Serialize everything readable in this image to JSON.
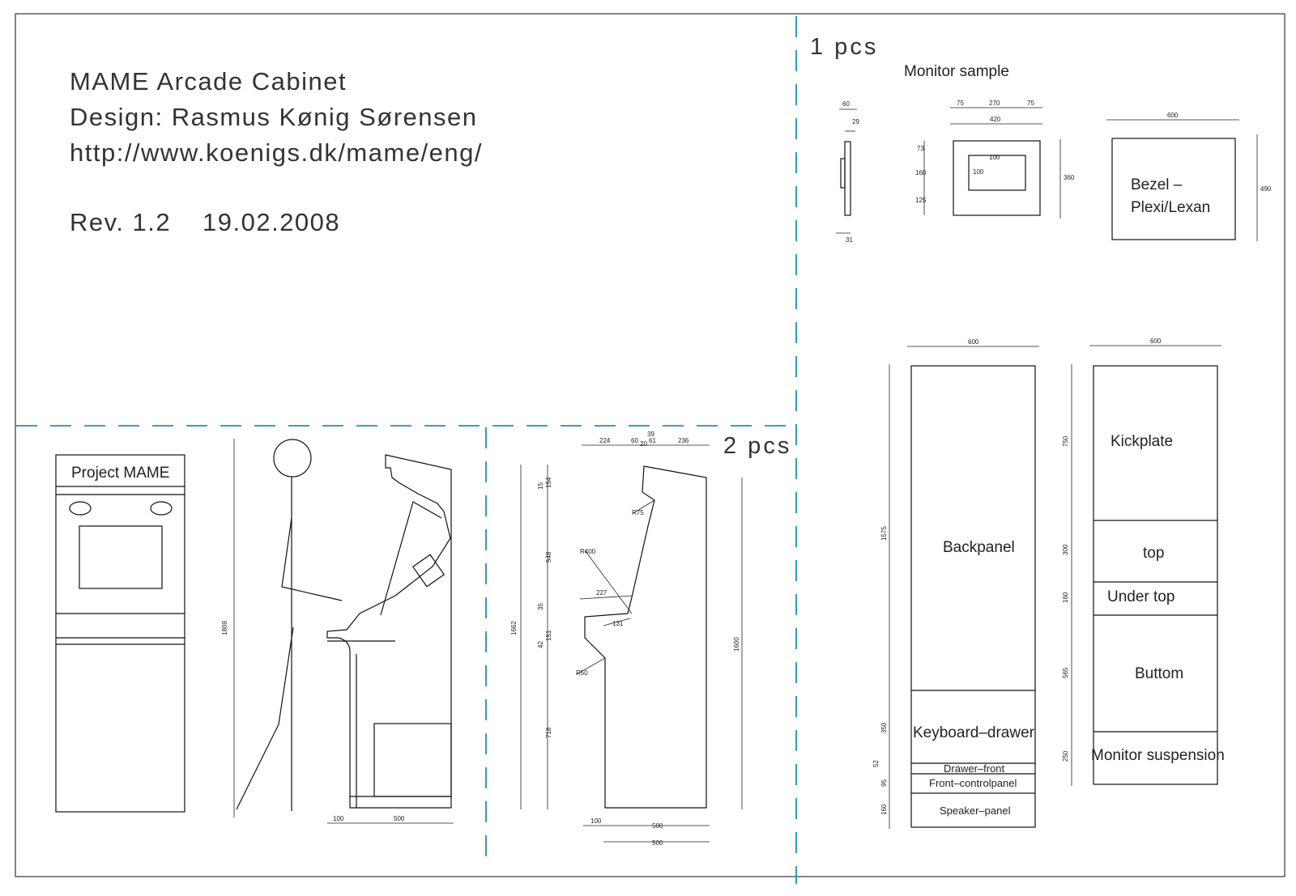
{
  "header": {
    "title": "MAME Arcade Cabinet",
    "designer": "Design: Rasmus Kønig Sørensen",
    "url": "http://www.koenigs.dk/mame/eng/",
    "revision": "Rev. 1.2",
    "date": "19.02.2008"
  },
  "sections": {
    "pcs_one": "1 pcs",
    "pcs_two": "2 pcs"
  },
  "monitor": {
    "caption": "Monitor sample",
    "dims": {
      "d60": "60",
      "d29": "29",
      "d31": "31",
      "d75a": "75",
      "d270": "270",
      "d75b": "75",
      "d420": "420",
      "d73": "73",
      "d160": "160",
      "d125": "125",
      "d100a": "100",
      "d100b": "100",
      "d360": "360"
    }
  },
  "bezel": {
    "label_line1": "Bezel –",
    "label_line2": "Plexi/Lexan",
    "width": "600",
    "height": "490"
  },
  "front_view": {
    "marquee": "Project MAME"
  },
  "side_view": {
    "height": "1809",
    "d100": "100",
    "d500": "500"
  },
  "side_panel": {
    "top_dims": [
      "224",
      "60",
      "20",
      "61",
      "236"
    ],
    "top_dim_extra": "39",
    "heights": [
      "15",
      "154",
      "548",
      "35",
      "151",
      "42",
      "718"
    ],
    "total_left": "1662",
    "total_right": "1600",
    "r75": "R75",
    "r400": "R400",
    "r50": "R50",
    "d227": "227",
    "d131": "131",
    "b100": "100",
    "b500a": "500",
    "b500b": "500"
  },
  "back_panels": {
    "width": "600",
    "labels": [
      "Backpanel",
      "Keyboard–drawer",
      "Drawer–front",
      "Front–controlpanel",
      "Speaker–panel"
    ],
    "heights": [
      "1575",
      "350",
      "52",
      "95",
      "160"
    ]
  },
  "top_panels": {
    "width": "600",
    "labels": [
      "Kickplate",
      "top",
      "Under top",
      "Buttom",
      "Monitor suspension"
    ],
    "heights": [
      "750",
      "300",
      "160",
      "565",
      "250"
    ]
  }
}
